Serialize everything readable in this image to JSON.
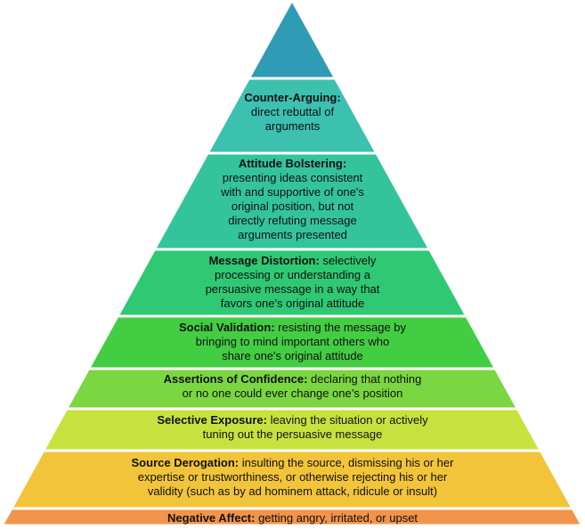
{
  "levels": [
    {
      "id": "apex",
      "term": "",
      "sep": "",
      "desc": [],
      "color": "#2f9bb5"
    },
    {
      "id": "counter-arguing",
      "term": "Counter-Arguing:",
      "sep": "",
      "desc": [
        "direct rebuttal of",
        "arguments"
      ],
      "color": "#3cc0b0"
    },
    {
      "id": "attitude-bolstering",
      "term": "Attitude Bolstering:",
      "sep": "",
      "desc": [
        "presenting ideas consistent",
        "with and supportive of one's",
        "original position, but not",
        "directly refuting message",
        "arguments presented"
      ],
      "color": "#34c49c"
    },
    {
      "id": "message-distortion",
      "term": "Message Distortion:",
      "sep": " ",
      "desc": [
        "selectively",
        "processing or understanding a",
        "persuasive message in a way that",
        "favors one's original attitude"
      ],
      "color": "#2fc873"
    },
    {
      "id": "social-validation",
      "term": "Social Validation:",
      "sep": " ",
      "desc": [
        "resisting the message by",
        "bringing to mind important others who",
        "share one's original attitude"
      ],
      "color": "#43cd43"
    },
    {
      "id": "assertions-of-confidence",
      "term": "Assertions of Confidence:",
      "sep": " ",
      "desc": [
        "declaring that nothing",
        "or no one could ever change one’s position"
      ],
      "color": "#7ad641"
    },
    {
      "id": "selective-exposure",
      "term": "Selective Exposure:",
      "sep": " ",
      "desc": [
        "leaving the situation or actively",
        "tuning out the persuasive message"
      ],
      "color": "#c7e23e"
    },
    {
      "id": "source-derogation",
      "term": "Source Derogation:",
      "sep": " ",
      "desc": [
        "insulting the source, dismissing his or her",
        "expertise or trustworthiness,  or otherwise  rejecting his or her",
        "validity (such as by ad hominem  attack, ridicule or insult)"
      ],
      "color": "#f2c43a"
    },
    {
      "id": "negative-affect",
      "term": "Negative Affect:",
      "sep": " ",
      "desc": [
        "getting angry, irritated, or upset"
      ],
      "color": "#f2944a"
    }
  ]
}
